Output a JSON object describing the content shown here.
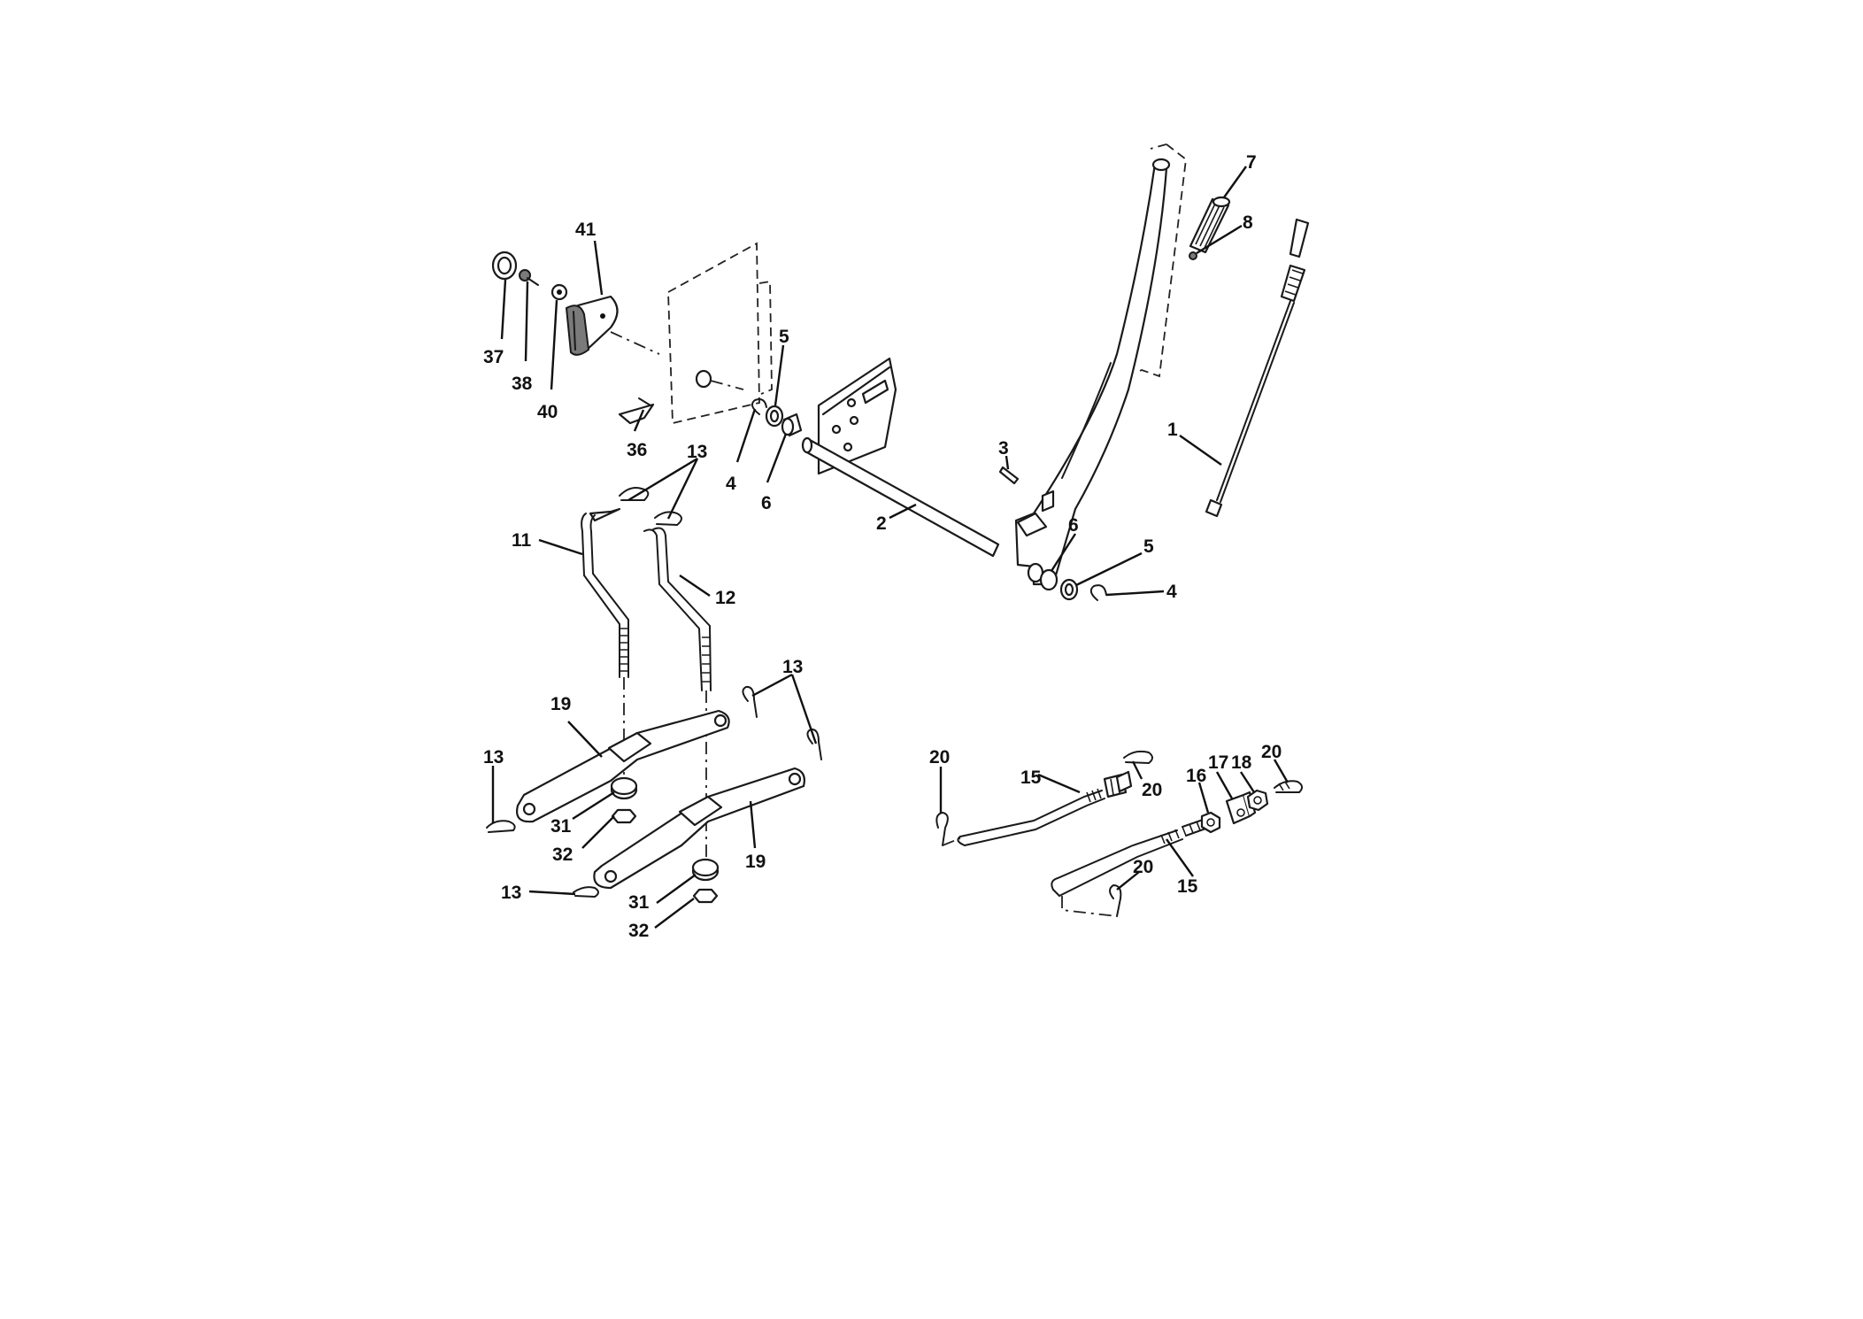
{
  "labels": {
    "c1": "1",
    "c2": "2",
    "c3": "3",
    "c4a": "4",
    "c4b": "4",
    "c5a": "5",
    "c5b": "5",
    "c6a": "6",
    "c6b": "6",
    "c7": "7",
    "c8": "8",
    "c11": "11",
    "c12": "12",
    "c13a": "13",
    "c13b": "13",
    "c13c": "13",
    "c13d": "13",
    "c15a": "15",
    "c15b": "15",
    "c16": "16",
    "c17": "17",
    "c18": "18",
    "c19a": "19",
    "c19b": "19",
    "c20a": "20",
    "c20b": "20",
    "c20c": "20",
    "c20d": "20",
    "c31a": "31",
    "c31b": "31",
    "c32a": "32",
    "c32b": "32",
    "c36": "36",
    "c37": "37",
    "c38": "38",
    "c40": "40",
    "c41": "41"
  }
}
